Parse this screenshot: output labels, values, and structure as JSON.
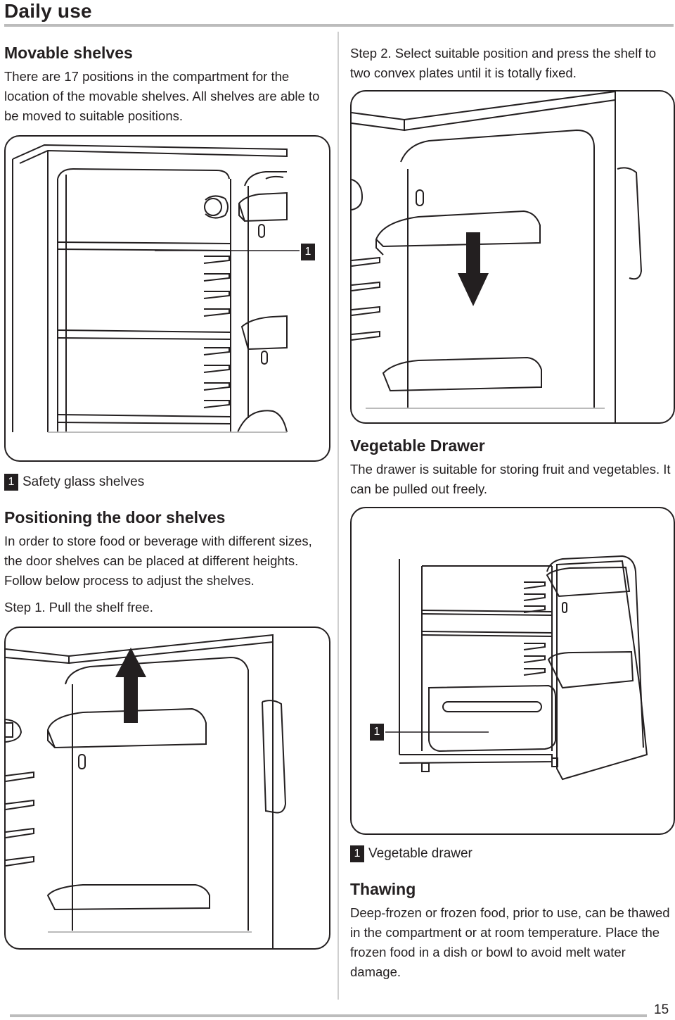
{
  "header": {
    "title": "Daily use"
  },
  "movable_shelves": {
    "heading": "Movable shelves",
    "text": "There are 17 positions in the compartment for the location of the movable shelves. All shelves are able to be moved to suitable positions.",
    "callout_number": "1",
    "legend_number": "1",
    "legend_label": "Safety glass shelves"
  },
  "door_shelves": {
    "heading": "Positioning the door shelves",
    "text": "In order to store food or beverage with different sizes, the door shelves can be placed at different heights. Follow below process to adjust the shelves.",
    "step1": "Step 1. Pull the shelf free.",
    "step2": "Step 2. Select suitable position and press the shelf to two convex plates until it is totally fixed."
  },
  "vegetable_drawer": {
    "heading": "Vegetable Drawer",
    "text": "The drawer is suitable for storing fruit and vegetables. It can be pulled out freely.",
    "callout_number": "1",
    "legend_number": "1",
    "legend_label": "Vegetable drawer"
  },
  "thawing": {
    "heading": "Thawing",
    "text": "Deep-frozen or frozen food, prior to use, can be thawed in the compartment or at room temperature. Place the frozen food in a dish or bowl to avoid melt water damage."
  },
  "footer": {
    "page_number": "15"
  }
}
